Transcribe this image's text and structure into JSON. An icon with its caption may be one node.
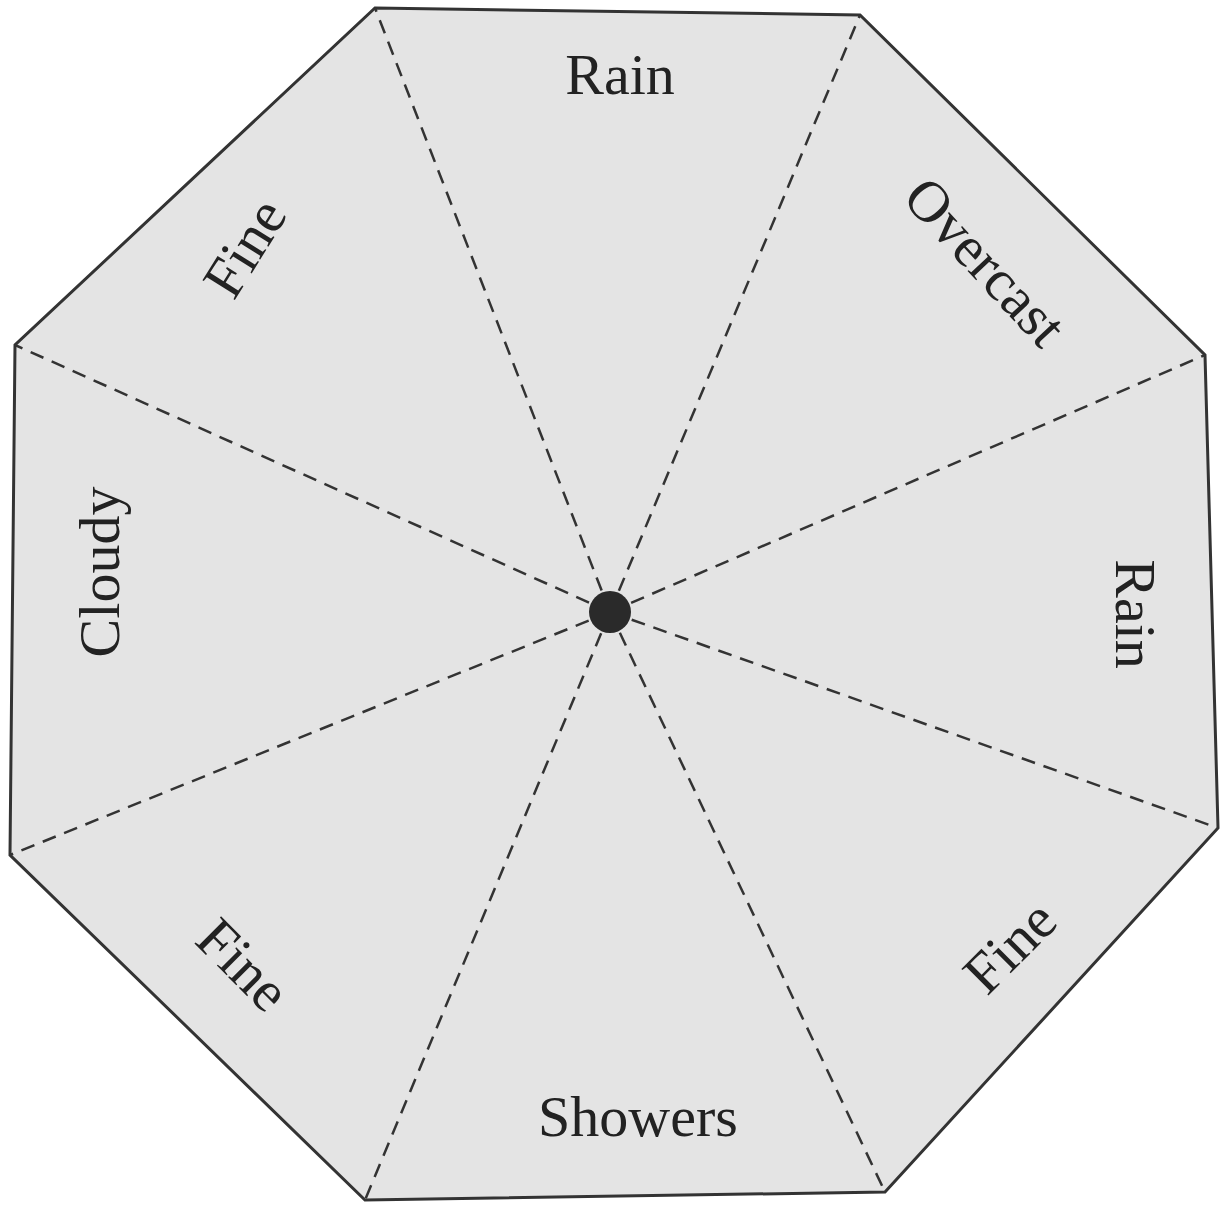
{
  "diagram": {
    "nodes": [
      {
        "text": [],
        "shape": "octagon"
      },
      {
        "text": [],
        "shape": "circle",
        "in": 0
      }
    ],
    "labels": [
      "Rain",
      "Fine",
      "Overcast",
      "Cloudy",
      "Rain",
      "Fine",
      "Fine",
      "Showers"
    ]
  }
}
